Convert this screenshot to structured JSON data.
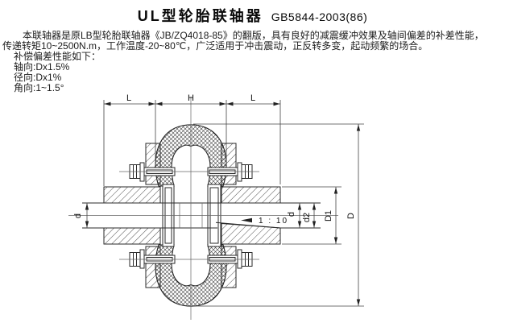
{
  "header": {
    "title": "UL型轮胎联轴器",
    "standard": "GB5844-2003(86)"
  },
  "description": {
    "line1": "本联轴器是原LB型轮胎联轴器《JB/ZQ4018-85》的翻版，具有良好的减震缓冲效果及轴间偏差的补差性能，",
    "line2": "传递转矩10~2500N.m，工作温度-20~80℃，广泛适用于冲击震动，正反转多变，起动频繁的场合。",
    "line3": "补偿偏差性能如下：",
    "line4": "轴向:Dx1.5%",
    "line5": "径向:Dx1%",
    "line6": "角向:1~1.5°"
  },
  "diagram": {
    "dims": {
      "hub_length_left": "L",
      "tire_width": "H",
      "hub_length_right": "L",
      "bore_small_left": "d",
      "bore_small_right": "d",
      "bore_large": "d2",
      "hub_outer": "D1",
      "outer": "D"
    },
    "taper": "1 : 10"
  },
  "colors": {
    "background": "#ffffff",
    "line": "#2a2a2a",
    "text": "#111111"
  }
}
